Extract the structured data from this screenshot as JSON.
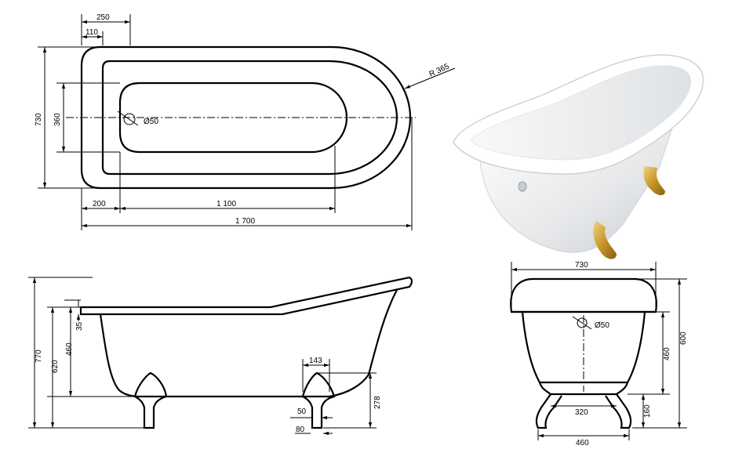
{
  "top_view": {
    "dim_250": "250",
    "dim_110": "110",
    "dim_730": "730",
    "dim_360": "360",
    "radius": "R 365",
    "drain": "Ø50",
    "dim_200": "200",
    "dim_1100": "1 100",
    "dim_1700": "1 700"
  },
  "side_view": {
    "dim_770": "770",
    "dim_620": "620",
    "dim_460": "460",
    "dim_35": "35",
    "dim_143": "143",
    "dim_278": "278",
    "dim_50": "50",
    "dim_80": "80"
  },
  "front_view": {
    "dim_730": "730",
    "drain": "Ø50",
    "dim_600": "600",
    "dim_460_h": "460",
    "dim_320": "320",
    "dim_160": "160",
    "dim_460_w": "460"
  },
  "colors": {
    "line": "#000000",
    "enamel": "#f4f4f4",
    "gold": "#c8962a"
  },
  "photo": {
    "description_icon": "clawfoot-bathtub-photo"
  }
}
